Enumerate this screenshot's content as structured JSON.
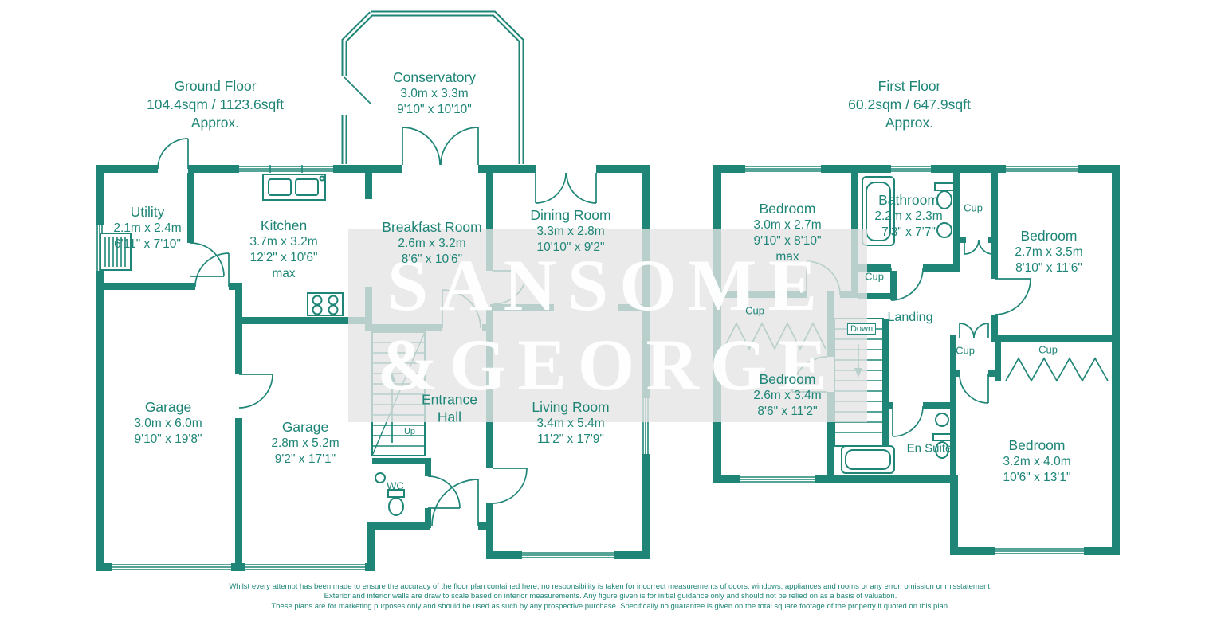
{
  "colors": {
    "wall": "#1E8577",
    "text": "#1E8577",
    "watermark_band": "#e4e4e4",
    "watermark_text": "#ffffff"
  },
  "watermark": {
    "line1": "SANSOME",
    "line2": "&GEORGE"
  },
  "titles": {
    "ground": {
      "name": "Ground Floor",
      "area": "104.4sqm / 1123.6sqft",
      "approx": "Approx."
    },
    "first": {
      "name": "First Floor",
      "area": "60.2sqm / 647.9sqft",
      "approx": "Approx."
    }
  },
  "ground_floor": {
    "conservatory": {
      "name": "Conservatory",
      "metric": "3.0m x 3.3m",
      "imperial": "9'10\" x 10'10\""
    },
    "utility": {
      "name": "Utility",
      "metric": "2.1m x 2.4m",
      "imperial": "6'11\" x 7'10\""
    },
    "kitchen": {
      "name": "Kitchen",
      "metric": "3.7m x 3.2m",
      "imperial": "12'2\" x 10'6\"",
      "suffix": "max"
    },
    "breakfast": {
      "name": "Breakfast Room",
      "metric": "2.6m x 3.2m",
      "imperial": "8'6\" x 10'6\""
    },
    "dining": {
      "name": "Dining Room",
      "metric": "3.3m x 2.8m",
      "imperial": "10'10\" x 9'2\""
    },
    "garage_left": {
      "name": "Garage",
      "metric": "3.0m x 6.0m",
      "imperial": "9'10\" x 19'8\""
    },
    "garage_right": {
      "name": "Garage",
      "metric": "2.8m x 5.2m",
      "imperial": "9'2\" x 17'1\""
    },
    "entrance_hall": {
      "line1": "Entrance",
      "line2": "Hall"
    },
    "living": {
      "name": "Living Room",
      "metric": "3.4m x 5.4m",
      "imperial": "11'2\" x 17'9\""
    },
    "wc": "WC",
    "up": "Up"
  },
  "first_floor": {
    "bedroom1": {
      "name": "Bedroom",
      "metric": "3.0m x 2.7m",
      "imperial": "9'10\" x 8'10\"",
      "suffix": "max"
    },
    "bathroom": {
      "name": "Bathroom",
      "metric": "2.2m x 2.3m",
      "imperial": "7'3\" x 7'7\""
    },
    "bedroom2": {
      "name": "Bedroom",
      "metric": "2.7m x 3.5m",
      "imperial": "8'10\" x 11'6\""
    },
    "bedroom3": {
      "name": "Bedroom",
      "metric": "2.6m x 3.4m",
      "imperial": "8'6\" x 11'2\""
    },
    "bedroom4": {
      "name": "Bedroom",
      "metric": "3.2m x 4.0m",
      "imperial": "10'6\" x 13'1\""
    },
    "landing": "Landing",
    "ensuite": "En Suite",
    "down": "Down",
    "cupboard": "Cup"
  },
  "footer": {
    "line1": "Whilst every attempt has been made to ensure the accuracy of the floor plan contained here, no responsibility is taken for incorrect measurements of doors, windows, appliances and rooms or any error, omission or misstatement.",
    "line2": "Exterior and interior walls are draw to scale based on interior measurements. Any figure given is for initial guidance only and should not be relied on as a basis of valuation.",
    "line3": "These plans are for marketing purposes only and should be used as such by any prospective purchase. Specifically no guarantee is given on the total square footage of the property if quoted on this plan."
  }
}
